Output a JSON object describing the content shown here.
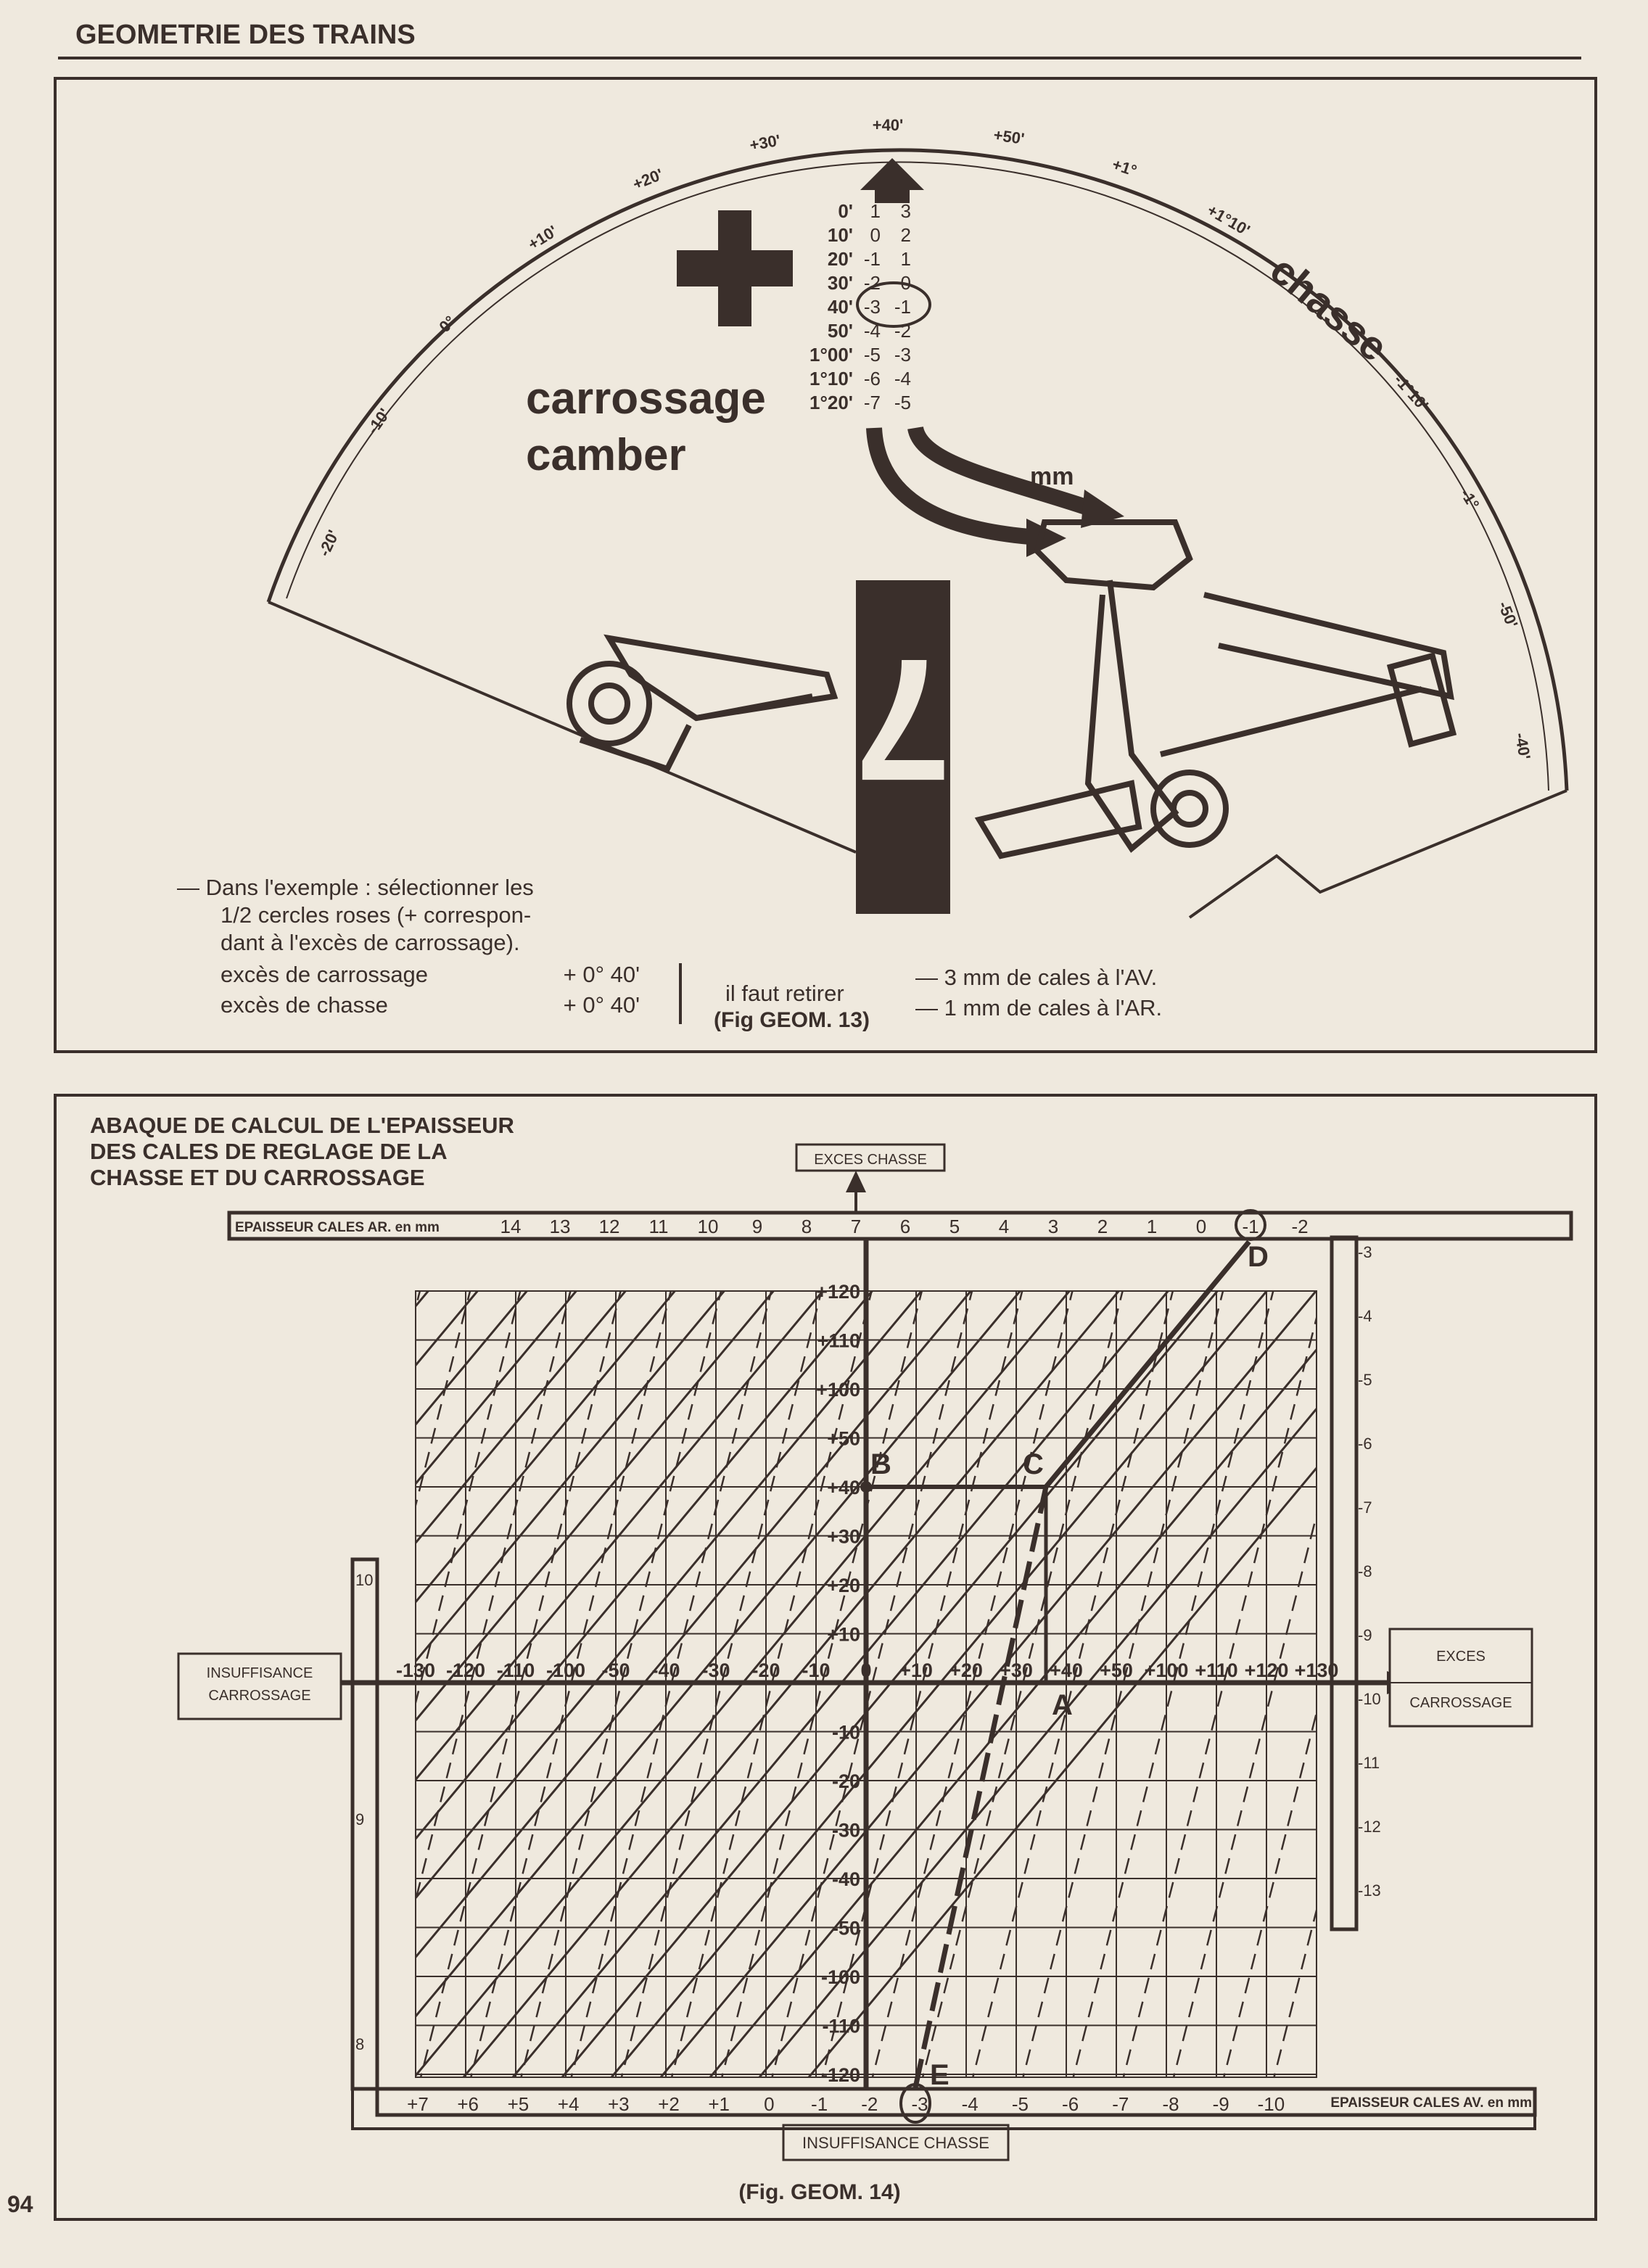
{
  "header": {
    "title": "GEOMETRIE DES TRAINS",
    "page_number": "94"
  },
  "fig13": {
    "arc_labels": [
      "-20'",
      "-10'",
      "0°",
      "+10'",
      "+20'",
      "+30'",
      "+40'",
      "+50'",
      "+1°",
      "+1°10'",
      "chasse",
      "-1°10'",
      "-1°",
      "-50'",
      "-40'"
    ],
    "table": [
      [
        "0'",
        "1",
        "3"
      ],
      [
        "10'",
        "0",
        "2"
      ],
      [
        "20'",
        "-1",
        "1"
      ],
      [
        "30'",
        "-2",
        "0"
      ],
      [
        "40'",
        "-3",
        "-1"
      ],
      [
        "50'",
        "-4",
        "-2"
      ],
      [
        "1°00'",
        "-5",
        "-3"
      ],
      [
        "1°10'",
        "-6",
        "-4"
      ],
      [
        "1°20'",
        "-7",
        "-5"
      ]
    ],
    "label_carrossage": "carrossage",
    "label_camber": "camber",
    "label_mm": "mm",
    "block_glyph": "7",
    "instructions": [
      "— Dans l'exemple : sélectionner les",
      "1/2 cercles roses (+ correspon-",
      "dant à l'excès de carrossage)."
    ],
    "excess": [
      {
        "label": "excès de carrossage",
        "value": "+ 0° 40'"
      },
      {
        "label": "excès de chasse",
        "value": "+ 0° 40'"
      }
    ],
    "must_remove": "il faut retirer",
    "result_av": "— 3 mm de cales à l'AV.",
    "result_ar": "— 1 mm de cales à l'AR.",
    "caption": "(Fig GEOM. 13)"
  },
  "fig14": {
    "title": [
      "ABAQUE DE CALCUL DE L'EPAISSEUR",
      "DES CALES DE REGLAGE DE LA",
      "CHASSE ET DU CARROSSAGE"
    ],
    "exces_chasse": "EXCES CHASSE",
    "insuffisance_chasse": "INSUFFISANCE CHASSE",
    "insuffisance_carrossage": [
      "INSUFFISANCE",
      "CARROSSAGE"
    ],
    "exces_carrossage": [
      "EXCES",
      "CARROSSAGE"
    ],
    "top_scale_label": "EPAISSEUR CALES AR. en mm",
    "top_scale": [
      "14",
      "13",
      "12",
      "11",
      "10",
      "9",
      "8",
      "7",
      "6",
      "5",
      "4",
      "3",
      "2",
      "1",
      "0",
      "-1",
      "-2"
    ],
    "top_scale_selected": "-1",
    "bottom_scale_label": "EPAISSEUR CALES AV. en mm",
    "bottom_scale": [
      "+7",
      "+6",
      "+5",
      "+4",
      "+3",
      "+2",
      "+1",
      "0",
      "-1",
      "-2",
      "-3",
      "-4",
      "-5",
      "-6",
      "-7",
      "-8",
      "-9",
      "-10"
    ],
    "bottom_scale_selected": "-3",
    "right_scale": [
      "-3",
      "-4",
      "-5",
      "-6",
      "-7",
      "-8",
      "-9",
      "-10",
      "-11",
      "-12",
      "-13"
    ],
    "left_scale": [
      "10",
      "9",
      "8"
    ],
    "x_axis": [
      "-130",
      "-120",
      "-110",
      "-100",
      "-50",
      "-40",
      "-30",
      "-20",
      "-10",
      "0",
      "+10",
      "+20",
      "+30",
      "+40",
      "+50",
      "+100",
      "+110",
      "+120",
      "+130"
    ],
    "y_axis": [
      "+120",
      "+110",
      "+100",
      "+50",
      "+40",
      "+30",
      "+20",
      "+10",
      "-10",
      "-20",
      "-30",
      "-40",
      "-50",
      "-100",
      "-110",
      "-120"
    ],
    "points": {
      "A": "A",
      "B": "B",
      "C": "C",
      "D": "D",
      "E": "E"
    },
    "caption": "(Fig. GEOM. 14)"
  }
}
